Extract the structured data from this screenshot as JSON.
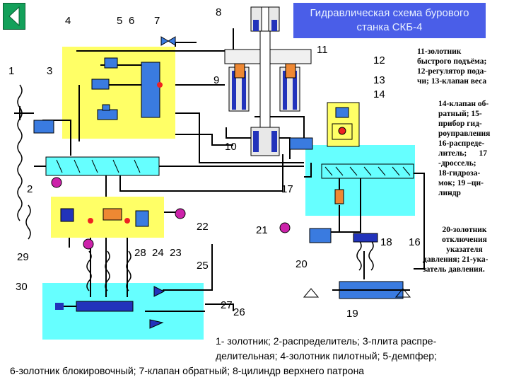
{
  "title": {
    "line1": "Гидравлическая схема бурового",
    "line2": "станка СКБ-4"
  },
  "nav_button": {
    "icon": "back-arrow-icon"
  },
  "component_labels": [
    "1",
    "2",
    "3",
    "4",
    "5",
    "6",
    "7",
    "8",
    "9",
    "10",
    "11",
    "12",
    "13",
    "14",
    "16",
    "17",
    "18",
    "19",
    "20",
    "21",
    "22",
    "23",
    "24",
    "25",
    "26",
    "27",
    "28",
    "29",
    "30"
  ],
  "legend_right": {
    "block1": [
      "11-золотник",
      "быстрого подъёма;",
      "12-регулятор пода-",
      "чи; 13-клапан веса"
    ],
    "block2": [
      "14-клапан об-",
      "ратный; 15-",
      "прибор гид-",
      "роуправления",
      "16-распреде-",
      "литель;      17",
      "-дроссель;",
      "18-гидроза-",
      "мок; 19 –ци-",
      "линдр"
    ],
    "block3": [
      "20-золотник",
      "отключения",
      "указателя",
      "давления; 21-ука-",
      "затель давления."
    ]
  },
  "caption": {
    "line1": "1- золотник; 2-распределитель; 3-плита распре-",
    "line2": "делительная; 4-золотник пилотный; 5-демпфер;",
    "line3": "6-золотник блокировочный; 7-клапан обратный; 8-цилиндр верхнего патрона"
  },
  "colors": {
    "yellow_plate": "#ffff66",
    "cyan_block": "#66ffff",
    "blue_cylinder": "#2233bb",
    "red_element": "#ee2222",
    "title_bg": "#4a5ee8",
    "nav_green": "#13a05a"
  }
}
